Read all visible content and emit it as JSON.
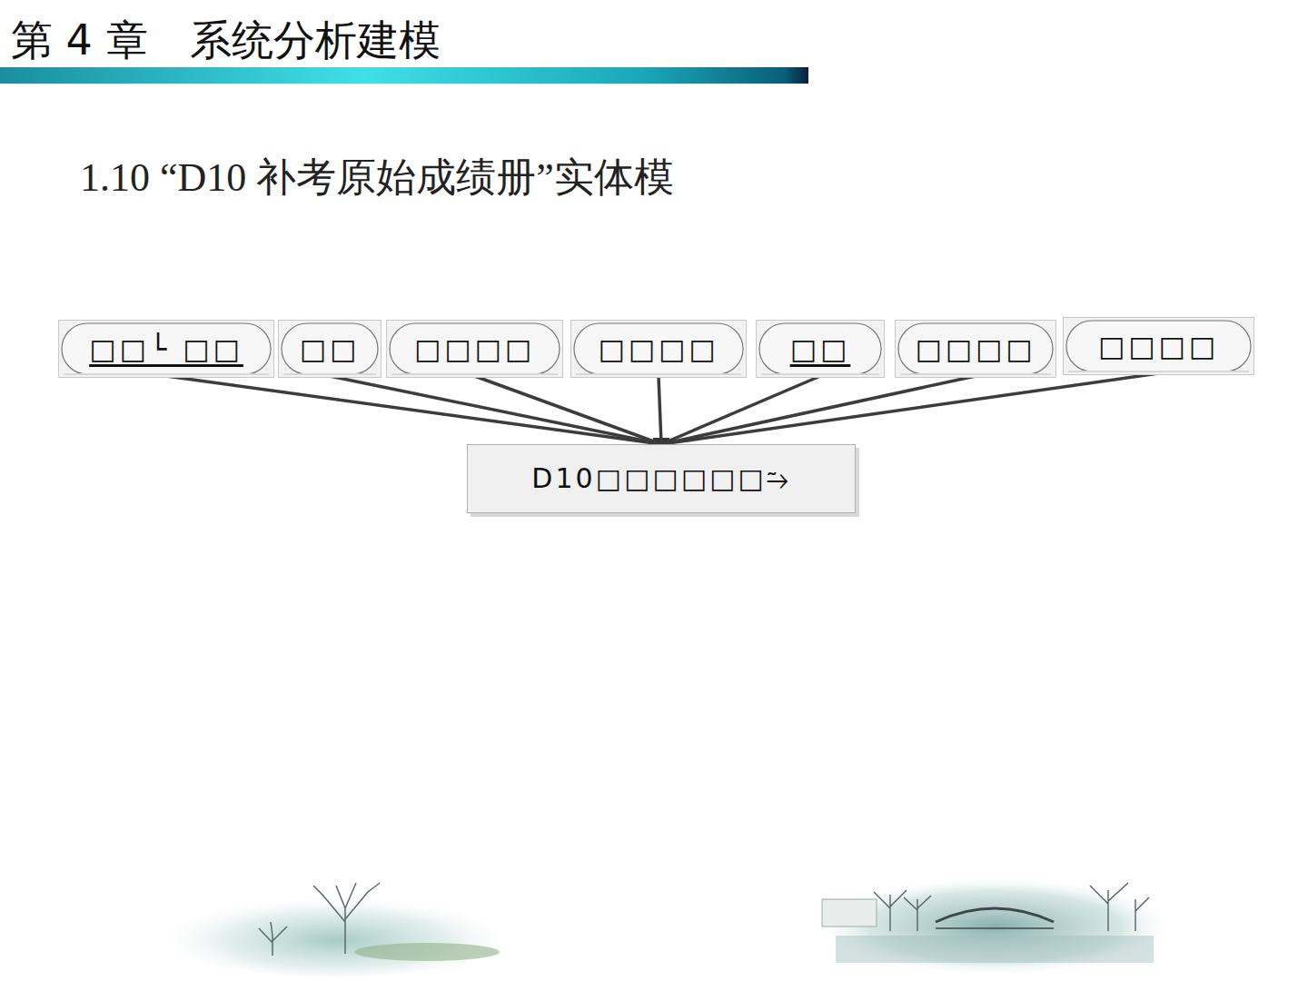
{
  "diagram": {
    "title": "第 4 章　系统分析建模",
    "nodes": [
      {
        "text": [
          "□□└ □□"
        ]
      },
      {
        "text": [
          "□□"
        ]
      },
      {
        "text": [
          "□□□□"
        ]
      },
      {
        "text": [
          "□□□□"
        ]
      },
      {
        "text": [
          "□□"
        ]
      },
      {
        "text": [
          "□□□□"
        ]
      },
      {
        "text": [
          "□□□□"
        ]
      },
      {
        "text": [
          "D10□□□□□□⥲"
        ]
      }
    ],
    "edges": [
      {
        "from": 0,
        "to": 7,
        "arrow": "none"
      },
      {
        "from": 1,
        "to": 7,
        "arrow": "none"
      },
      {
        "from": 2,
        "to": 7,
        "arrow": "none"
      },
      {
        "from": 3,
        "to": 7,
        "arrow": "none"
      },
      {
        "from": 4,
        "to": 7,
        "arrow": "none"
      },
      {
        "from": 5,
        "to": 7,
        "arrow": "none"
      },
      {
        "from": 6,
        "to": 7,
        "arrow": "none"
      }
    ],
    "labels": [
      "1.10 “D10 补考原始成绩册”实体模"
    ]
  }
}
